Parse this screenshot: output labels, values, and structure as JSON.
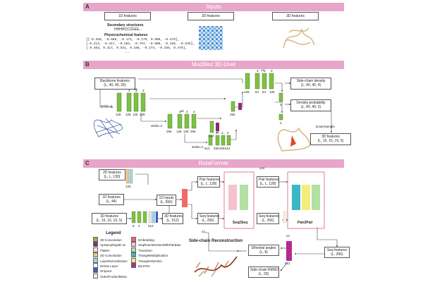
{
  "sections": {
    "a": {
      "letter": "A",
      "title": "Inputs"
    },
    "b": {
      "letter": "B",
      "title": "Modified 3D-Unet"
    },
    "c": {
      "letter": "C",
      "title": "RotaFormer"
    }
  },
  "inputs": {
    "f1d": "1D features",
    "f2d": "2D features",
    "f3d": "3D features",
    "ss_title": "Secondary structures",
    "ss_value": "HHHHCCCEEE...",
    "phys_title": "Physicochemical features",
    "phys_lines": [
      "[[-0.350, -0.680, -0.171, -0.170, 0.900, -0.476],",
      "[-0.213, -0.417, -0.281, -0.767, -0.900, -0.155, -0.635],",
      "[ 0.363, 0.417, 0.541, 0.188, -0.274, -0.155, 0.476],",
      "..."
    ]
  },
  "unet": {
    "backbone_label": "Backbone features",
    "backbone_dims": "(L, 40, 40, 26)",
    "sidechain_label": "Side-chain density",
    "sidechain_dims": "(L, 40, 40, 4)",
    "density_label": "Density-probability",
    "density_dims": "(L, 40, 40, 2)",
    "downsample_text": "DownSample",
    "output_label": "3D features",
    "output_dims": "(L, 15, 15, 15, 5)",
    "stride1": "stride=2",
    "stride2": "stride=2",
    "stride3": "stride=2",
    "x6a": "x6",
    "x6b": "x6",
    "x6c": "x6",
    "x2": "x2",
    "lvl1": {
      "top": [
        "3",
        "3",
        "3"
      ],
      "bottom": [
        "128",
        "128",
        "128",
        "128"
      ],
      "out": "256"
    },
    "lvl2": {
      "top": [
        "3",
        "3",
        "3"
      ],
      "bottom": [
        "256",
        "128",
        "128",
        "256"
      ],
      "out": "512"
    },
    "lvl3": {
      "top": [
        "3",
        "3",
        "3"
      ],
      "bottom": [
        "512",
        "256",
        "256",
        "512"
      ]
    },
    "dec": {
      "top": [
        "3",
        "3",
        "3"
      ],
      "bottom": [
        "128",
        "64",
        "64",
        "128"
      ],
      "n4": "4",
      "n2": "2"
    }
  },
  "rota": {
    "f2d": "2D features",
    "f2d_dims": "(L, L, 130)",
    "f1d": "1D features",
    "f1d_dims": "(L, 44)",
    "f3d": "3D features",
    "f3d_dims": "(L, 15, 15, 15, 5)",
    "num_128": "128",
    "mid_nums": [
      "8",
      "2",
      "512"
    ],
    "d1_inputs": "1D inputs",
    "d1_inputs_dims": "(L, 556)",
    "d3_features": "3D features",
    "d3_features_dims": "(L, 512)",
    "pair_label": "Pair features",
    "pair_dims": "(L, L, 128)",
    "seq_label": "Seq features",
    "seq_dims": "(L, 256)",
    "pair2_label": "Pair features",
    "pair2_dims": "(L, L, 128)",
    "seq2_label": "Seq features",
    "seq2_dims": "(L, 256)",
    "seq2seq": "Seq2Seq",
    "pair2pair": "Pair2Pair",
    "x24": "x24",
    "x3": "x3",
    "x4": "x4",
    "num_512": "512",
    "recon_title": "Side-chain Reconstruction",
    "dihedral_label": "Dihedral angles",
    "dihedral_dims": "(L, 8)",
    "rmsd_label": "Side-chain RMSD",
    "rmsd_dims": "(L, 20)",
    "seq3_label": "Seq features",
    "seq3_dims": "(L, 256)"
  },
  "legend": {
    "title": "Legend",
    "items": [
      {
        "label": "3D Convolution",
        "color": "#7cc243"
      },
      {
        "label": "UpSampling3D 2x",
        "color": "#8a2b76"
      },
      {
        "label": "Flatten",
        "color": "#e8e8e8"
      },
      {
        "label": "2D Convolution",
        "color": "#f2c57c"
      },
      {
        "label": "LayerNormalization",
        "color": "#9ed6f0"
      },
      {
        "label": "Dense Layer",
        "color": "#ffffff"
      },
      {
        "label": "Dropout",
        "color": "#3a5fb8"
      },
      {
        "label": "OuterProductMean",
        "color": "#f7f4d0"
      },
      {
        "label": "Embedding",
        "color": "#ef6b6b"
      },
      {
        "label": "SeqRowAttentionWithPairBias",
        "color": "#f4c3cf"
      },
      {
        "label": "Transition",
        "color": "#b3e0a4"
      },
      {
        "label": "TriangleMultiplication",
        "color": "#3cb8c4"
      },
      {
        "label": "TriangleAttention",
        "color": "#f4ed7c"
      },
      {
        "label": "BiLSTM",
        "color": "#b42a8e"
      }
    ]
  }
}
